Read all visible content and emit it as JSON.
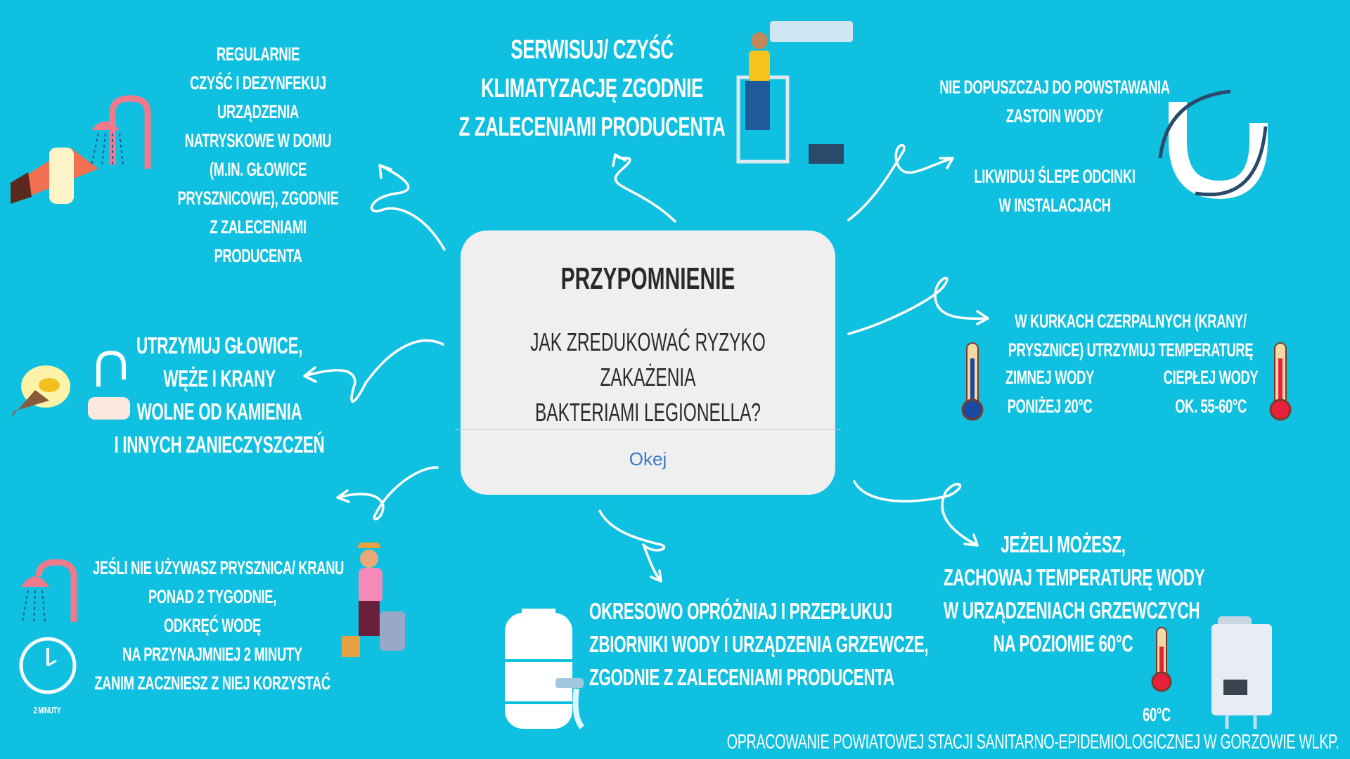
{
  "dialog": {
    "title": "PRZYPOMNIENIE",
    "question": [
      "JAK ZREDUKOWAĆ RYZYKO ZAKAŻENIA",
      "BAKTERIAMI LEGIONELLA?"
    ],
    "ok_label": "Okej"
  },
  "tips": {
    "shower_clean": [
      "REGULARNIE",
      "CZYŚĆ I DEZYNFEKUJ",
      "URZĄDZENIA",
      "NATRYSKOWE W DOMU",
      "(M.IN. GŁOWICE",
      "PRYSZNICOWE), ZGODNIE",
      "Z ZALECENIAMI",
      "PRODUCENTA"
    ],
    "ac_service": [
      "SERWISUJ/ CZYŚĆ",
      "KLIMATYZACJĘ ZGODNIE",
      "Z ZALECENIAMI PRODUCENTA"
    ],
    "stagnation": [
      "NIE DOPUSZCZAJ DO POWSTAWANIA",
      "ZASTOIN WODY"
    ],
    "dead_ends": [
      "LIKWIDUJ ŚLEPE ODCINKI",
      "W INSTALACJACH"
    ],
    "taps_temp": [
      "W KURKACH CZERPALNYCH (KRANY/",
      "PRYSZNICE) UTRZYMUJ TEMPERATURĘ"
    ],
    "cold": [
      "ZIMNEJ WODY",
      "PONIŻEJ 20°C"
    ],
    "hot": [
      "CIEPŁEJ WODY",
      "OK. 55-60°C"
    ],
    "heater_temp": [
      "JEŻELI MOŻESZ,",
      "ZACHOWAJ TEMPERATURĘ WODY",
      "W URZĄDZENIACH GRZEWCZYCH",
      "NA POZIOMIE 60°C"
    ],
    "heater_label": "60°C",
    "tanks": [
      "OKRESOWO OPRÓŻNIAJ I PRZEPŁUKUJ",
      "ZBIORNIKI WODY I URZĄDZENIA GRZEWCZE,",
      "ZGODNIE  Z ZALECENIAMI PRODUCENTA"
    ],
    "unused": [
      "JEŚLI NIE UŻYWASZ PRYSZNICA/ KRANU",
      "PONAD  2 TYGODNIE,",
      "ODKRĘĆ WODĘ",
      "NA PRZYNAJMNIEJ  2 MINUTY",
      "ZANIM ZACZNIESZ Z NIEJ KORZYSTAĆ"
    ],
    "clock_label": "2 MINUTY",
    "descale": [
      "UTRZYMUJ GŁOWICE,",
      "WĘŻE I KRANY",
      "WOLNE OD KAMIENIA",
      "I INNYCH ZANIECZYSZCZEŃ"
    ]
  },
  "footer": "OPRACOWANIE POWIATOWEJ STACJI SANITARNO-EPIDEMIOLOGICZNEJ W GORZOWIE WLKP.",
  "colors": {
    "background": "#10c0e0",
    "dialog": "#efefef",
    "link": "#3a78c9"
  }
}
